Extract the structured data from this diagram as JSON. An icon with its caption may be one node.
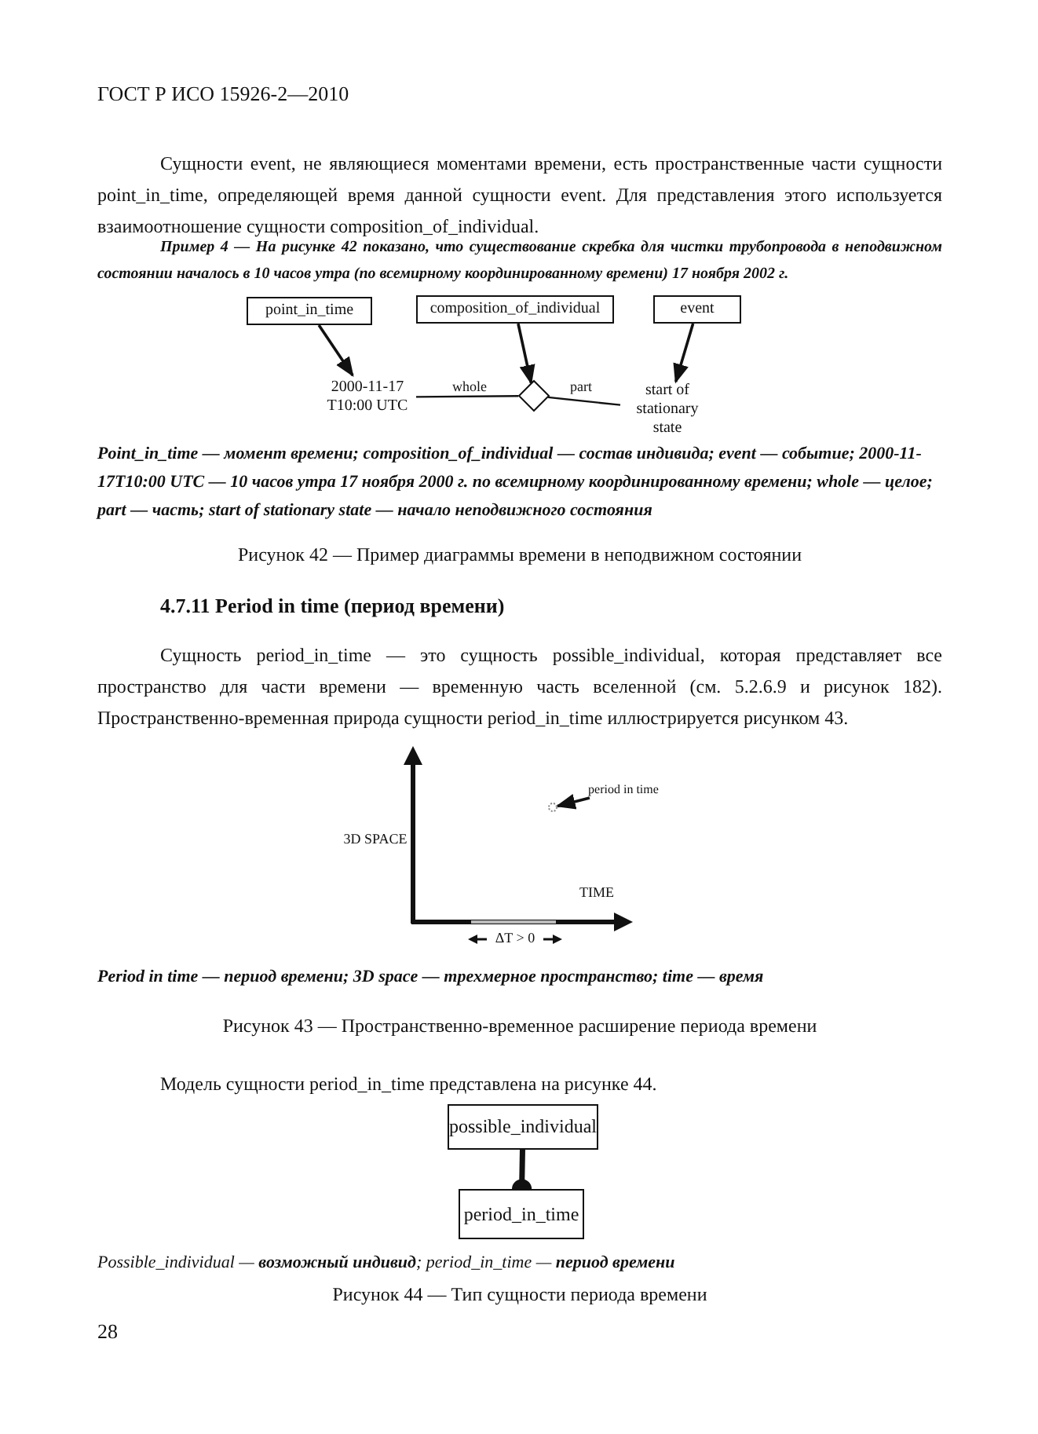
{
  "diagram": {
    "nodes": [
      {
        "text": [
          "point_in_time"
        ]
      },
      {
        "text": [
          "composition_of_individual"
        ]
      },
      {
        "text": [
          "event"
        ]
      },
      {
        "text": [
          "2000-11-17 T10:00 UTC"
        ]
      },
      {
        "text": [],
        "shape": "diamond"
      },
      {
        "text": [
          "start of stationary state"
        ]
      },
      {
        "text": [
          "period in time"
        ]
      },
      {
        "text": [],
        "shape": "circle"
      },
      {
        "text": [
          "possible_individual"
        ]
      },
      {
        "text": [
          "period_in_time"
        ]
      }
    ],
    "edges": [
      {
        "from": 0,
        "to": 3,
        "arrow": "to"
      },
      {
        "from": 1,
        "to": 4,
        "arrow": "to"
      },
      {
        "from": 2,
        "to": 5,
        "arrow": "to"
      },
      {
        "from": 3,
        "to": 4,
        "arrow": "none",
        "label": "whole"
      },
      {
        "from": 4,
        "to": 5,
        "arrow": "none",
        "label": "part"
      },
      {
        "from": 6,
        "to": 7,
        "arrow": "to"
      },
      {
        "from": 8,
        "to": 9,
        "arrow": "other",
        "style": "thick"
      }
    ],
    "labels": [
      "ГОСТ Р ИСО 15926-2—2010",
      "Сущности event, не являющиеся моментами времени, есть пространственные части сущности point_in_time, определяющей время данной сущности event. Для представления этого используется взаимоотношение сущности composition_of_individual.",
      "Пример 4 — На рисунке 42 показано, что существование скребка для чистки трубопровода в неподвижном состоянии началось в 10 часов утра (по всемирному координированному времени) 17 ноября 2002 г.",
      "Point_in_time — момент времени; composition_of_individual — состав индивида; event — событие; 2000-11-17T10:00 UTC — 10 часов утра 17 ноября 2000 г. по всемирному координированному времени; whole — целое; part — часть; start of stationary state — начало неподвижного состояния",
      "Рисунок 42 — Пример диаграммы времени в неподвижном состоянии",
      "4.7.11 Period in time (период времени)",
      "Сущность period_in_time — это сущность possible_individual, которая представляет все пространство для части времени — временную часть вселенной (см. 5.2.6.9 и рисунок 182). Пространственно-временная природа сущности period_in_time иллюстрируется рисунком 43.",
      "3D SPACE",
      "TIME",
      "ΔT > 0",
      "Period in time — период времени; 3D space — трехмерное пространство; time — время",
      "Рисунок 43 — Пространственно-временное расширение периода времени",
      "Модель сущности period_in_time представлена на рисунке 44.",
      "Possible_individual — **возможный индивид**; period_in_time — **период времени**",
      "Рисунок 44 — Тип сущности периода времени",
      "28"
    ]
  }
}
